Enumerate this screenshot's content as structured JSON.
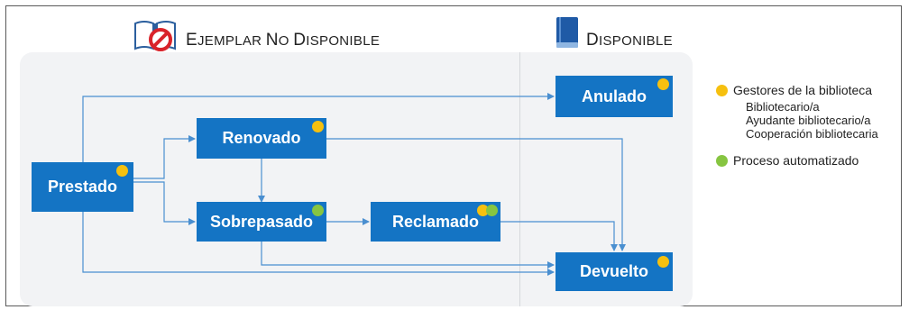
{
  "headers": {
    "unavailable": {
      "first": "E",
      "rest1": "JEMPLAR ",
      "n": "N",
      "rest2": "O ",
      "d": "D",
      "rest3": "ISPONIBLE"
    },
    "available": {
      "d": "D",
      "rest": "ISPONIBLE"
    }
  },
  "nodes": {
    "prestado": "Prestado",
    "renovado": "Renovado",
    "sobrepasado": "Sobrepasado",
    "reclamado": "Reclamado",
    "anulado": "Anulado",
    "devuelto": "Devuelto"
  },
  "legend": {
    "gestores": "Gestores de la biblioteca",
    "roles": [
      "Bibliotecario/a",
      "Ayudante bibliotecario/a",
      "Cooperación bibliotecaria"
    ],
    "automatizado": "Proceso automatizado"
  },
  "colors": {
    "node": "#1474c4",
    "gestores_dot": "#f6c00f",
    "automatizado_dot": "#86c541",
    "edge": "#4a8fd0"
  },
  "icons": {
    "unavailable": "book-prohibited-icon",
    "available": "closed-book-icon"
  }
}
